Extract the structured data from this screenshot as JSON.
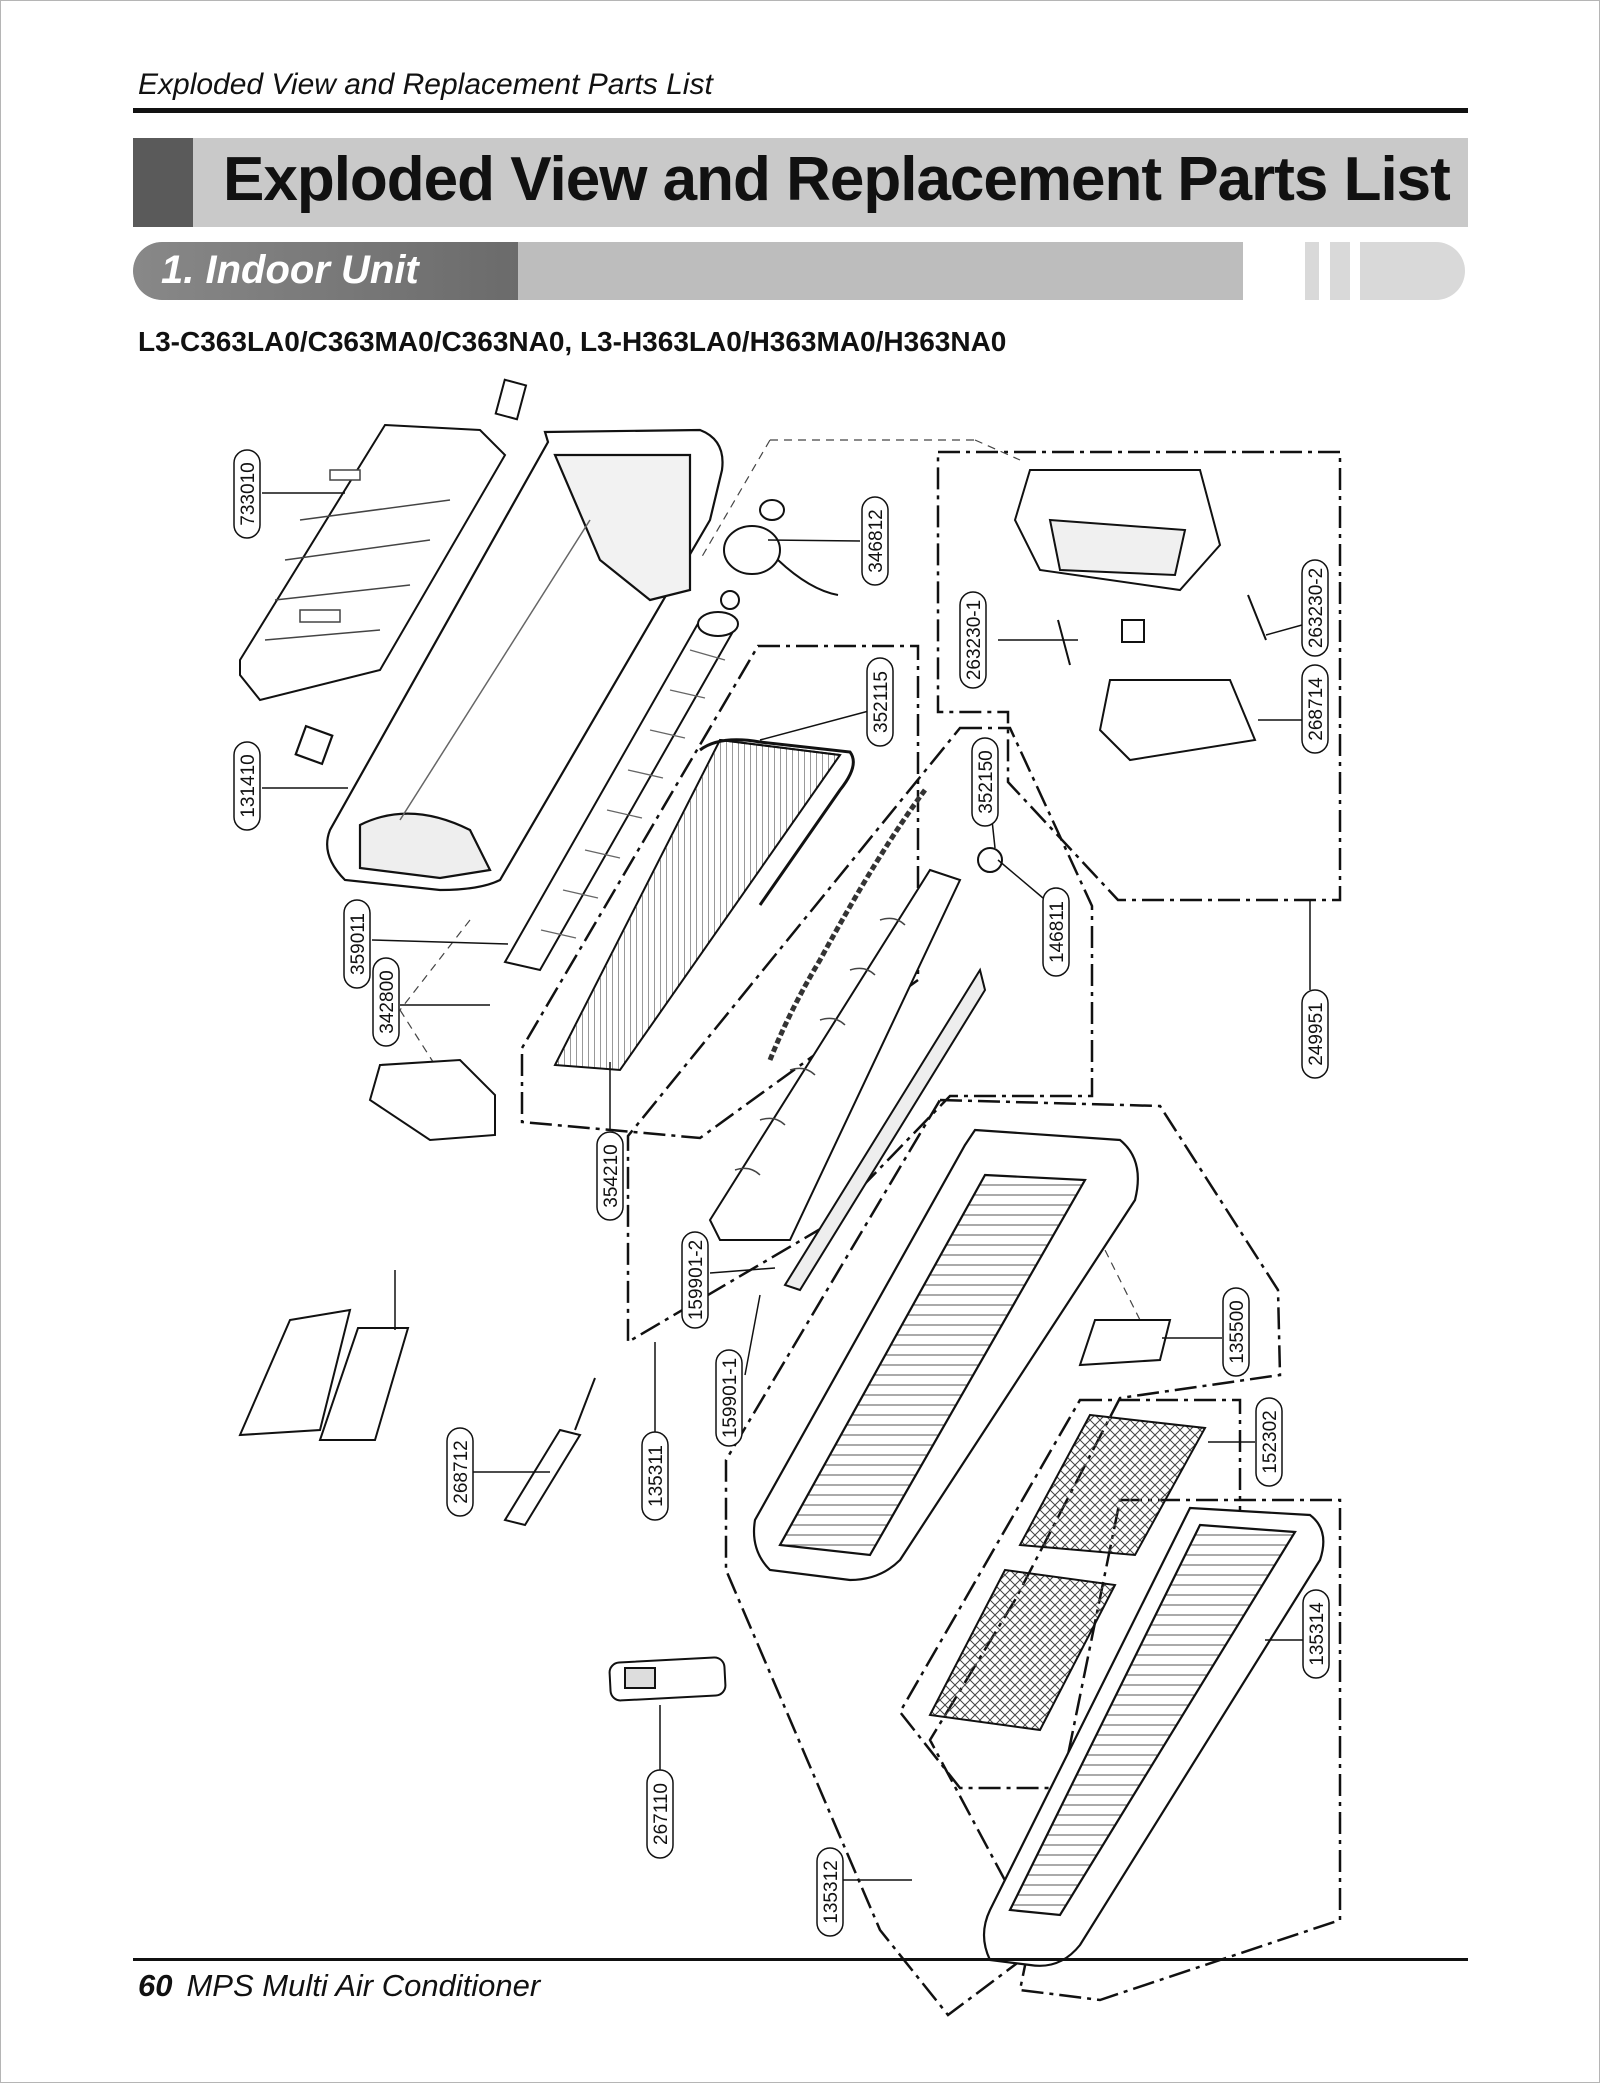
{
  "running_head": "Exploded View and Replacement Parts List",
  "title": "Exploded View and Replacement Parts List",
  "section": "1. Indoor Unit",
  "model_line": "L3-C363LA0/C363MA0/C363NA0, L3-H363LA0/H363MA0/H363NA0",
  "part_numbers": {
    "p733010": "733010",
    "p131410": "131410",
    "p359011": "359011",
    "p342800": "342800",
    "p354210": "354210",
    "p352115": "352115",
    "p346812": "346812",
    "p352150": "352150",
    "p146811": "146811",
    "p263230_1": "263230-1",
    "p263230_2": "263230-2",
    "p268714": "268714",
    "p249951": "249951",
    "p159901_2": "159901-2",
    "p159901_1": "159901-1",
    "p135311": "135311",
    "p268712": "268712",
    "p135500": "135500",
    "p152302": "152302",
    "p135314": "135314",
    "p267110": "267110",
    "p135312": "135312"
  },
  "footer": {
    "page_number": "60",
    "text": "MPS Multi Air Conditioner"
  }
}
